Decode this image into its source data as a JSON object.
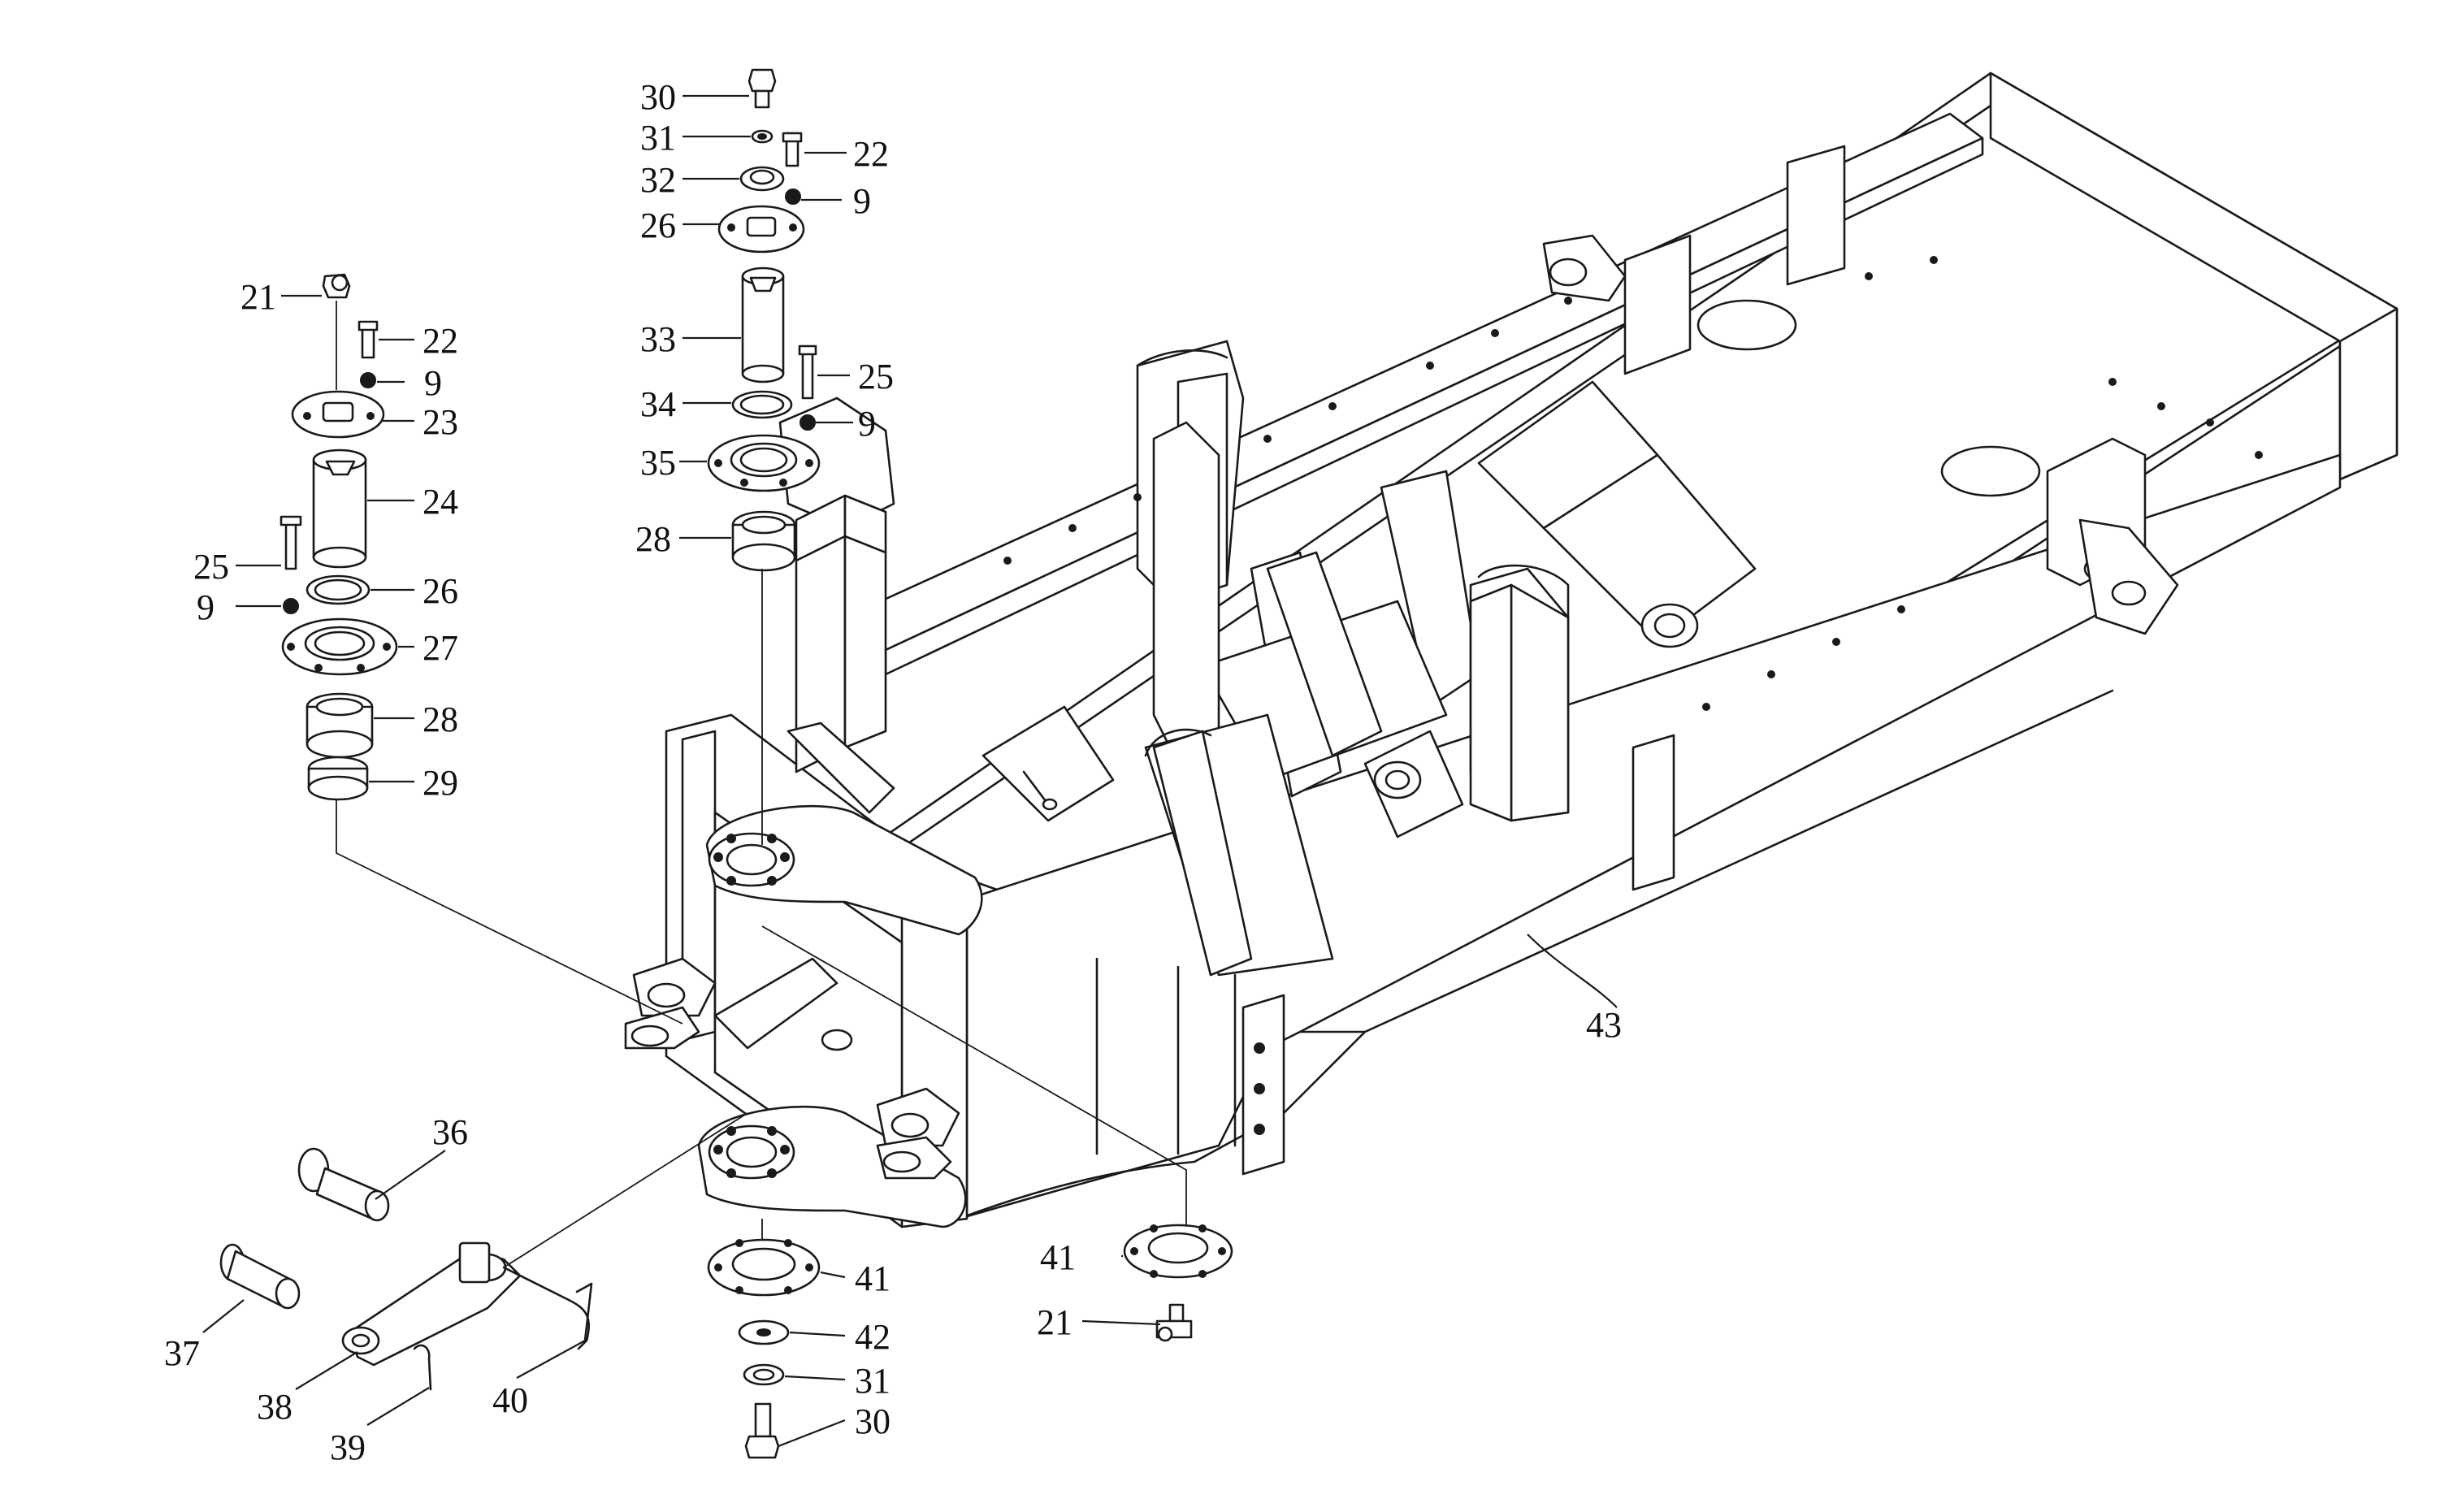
{
  "labels": {
    "l30a": "30",
    "l31a": "31",
    "l22a": "22",
    "l32": "32",
    "l9a": "9",
    "l26a": "26",
    "l21a": "21",
    "l22b": "22",
    "l9b": "9",
    "l23": "23",
    "l33": "33",
    "l25a": "25",
    "l34": "34",
    "l9c": "9",
    "l24": "24",
    "l35": "35",
    "l25b": "25",
    "l28a": "28",
    "l9d": "9",
    "l26b": "26",
    "l27": "27",
    "l28b": "28",
    "l29": "29",
    "l43": "43",
    "l36": "36",
    "l41a": "41",
    "l41b": "41",
    "l37": "37",
    "l42": "42",
    "l21b": "21",
    "l31b": "31",
    "l38": "38",
    "l40": "40",
    "l30b": "30",
    "l39": "39"
  }
}
